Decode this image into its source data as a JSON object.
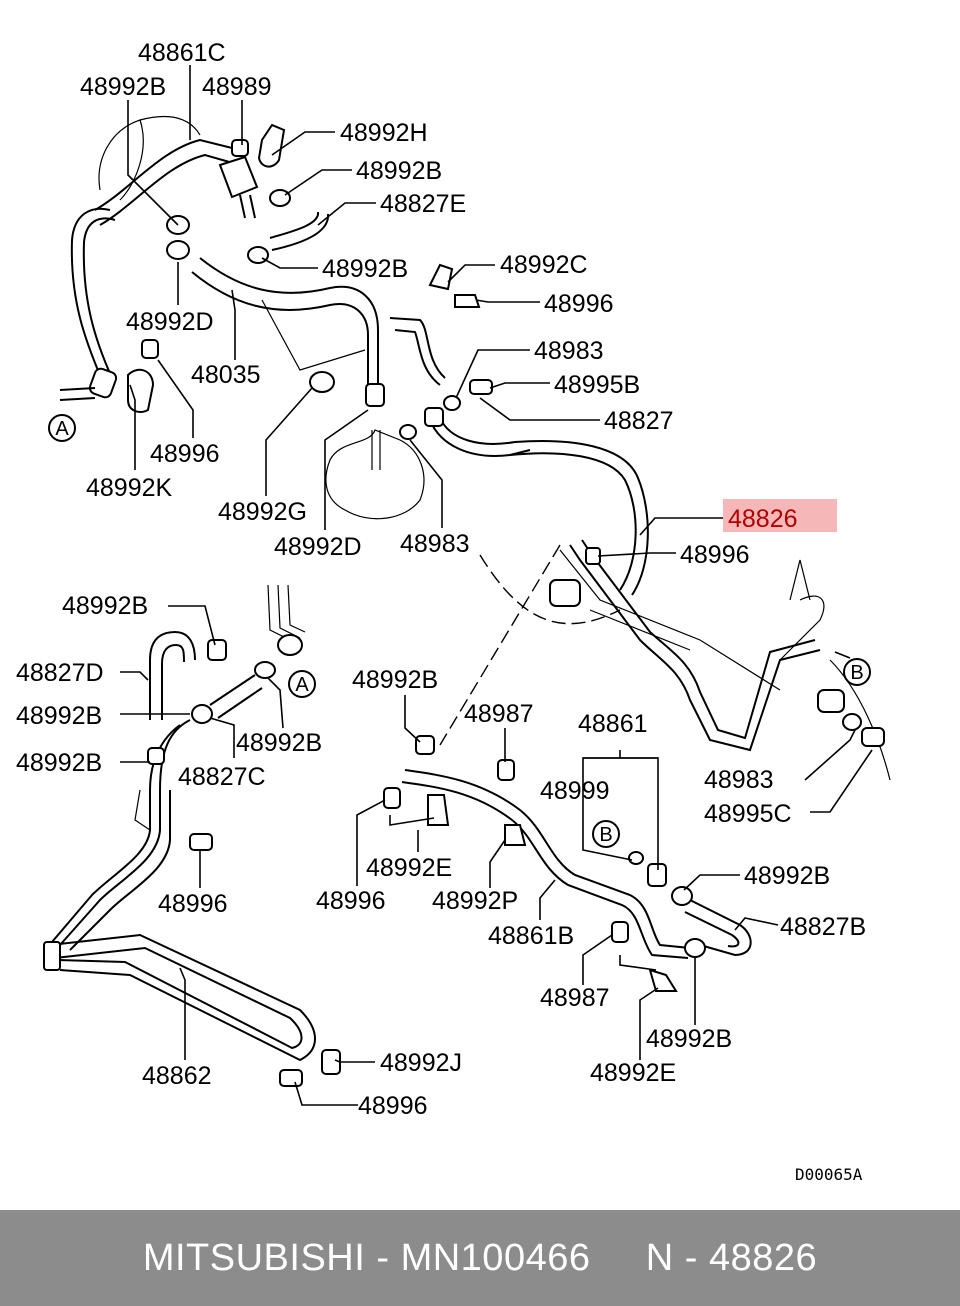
{
  "diagram": {
    "ref_code": "D00065A",
    "highlight_color": "#f5b7b7",
    "callout_a": "A",
    "callout_b": "B",
    "labels": {
      "l48861C": "48861C",
      "l48992B_a": "48992B",
      "l48989": "48989",
      "l48992H": "48992H",
      "l48992B_b": "48992B",
      "l48827E": "48827E",
      "l48992B_c": "48992B",
      "l48992C": "48992C",
      "l48996_a": "48996",
      "l48992D_a": "48992D",
      "l48035": "48035",
      "l48983_a": "48983",
      "l48995B": "48995B",
      "l48827": "48827",
      "l48996_b": "48996",
      "l48992K": "48992K",
      "l48992G": "48992G",
      "l48992D_b": "48992D",
      "l48983_b": "48983",
      "l48826": "48826",
      "l48996_c": "48996",
      "l48992B_d": "48992B",
      "l48827D": "48827D",
      "l48992B_e": "48992B",
      "l48992B_f": "48992B",
      "l48992B_g": "48992B",
      "l48827C": "48827C",
      "l48996_d": "48996",
      "l48862": "48862",
      "l48992J": "48992J",
      "l48996_e": "48996",
      "l48992B_h": "48992B",
      "l48987_a": "48987",
      "l48861": "48861",
      "l48999": "48999",
      "l48996_f": "48996",
      "l48992E_a": "48992E",
      "l48992P": "48992P",
      "l48861B": "48861B",
      "l48992B_i": "48992B",
      "l48827B": "48827B",
      "l48987_b": "48987",
      "l48992B_j": "48992B",
      "l48992E_b": "48992E",
      "l48983_c": "48983",
      "l48995C": "48995C"
    }
  },
  "footer": {
    "text": "MITSUBISHI - MN100466     N - 48826"
  }
}
